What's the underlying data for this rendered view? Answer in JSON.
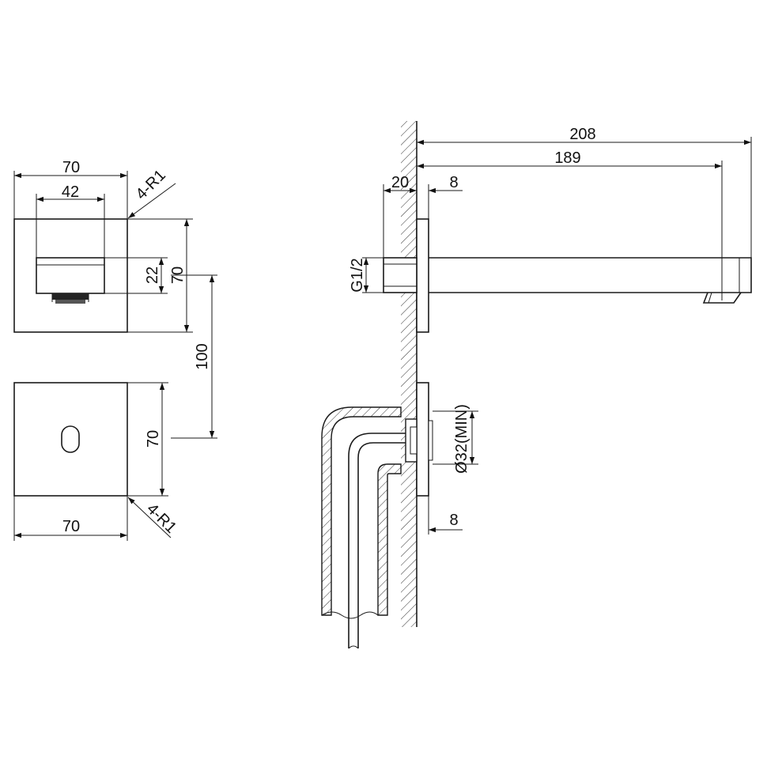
{
  "front_view": {
    "spout_width": "70",
    "outlet_width": "42",
    "corner_radius_top": "4-R1",
    "outlet_height": "22",
    "spout_height": "70",
    "center_distance": "100",
    "sensor_height": "70",
    "sensor_width": "70",
    "corner_radius_bottom": "4-R1"
  },
  "side_view": {
    "projection_total": "208",
    "projection_outlet": "189",
    "wall_depth": "20",
    "plate_thickness_top": "8",
    "thread": "G1/2",
    "hole_diameter": "Ø32(MIN)",
    "plate_thickness_bottom": "8"
  }
}
